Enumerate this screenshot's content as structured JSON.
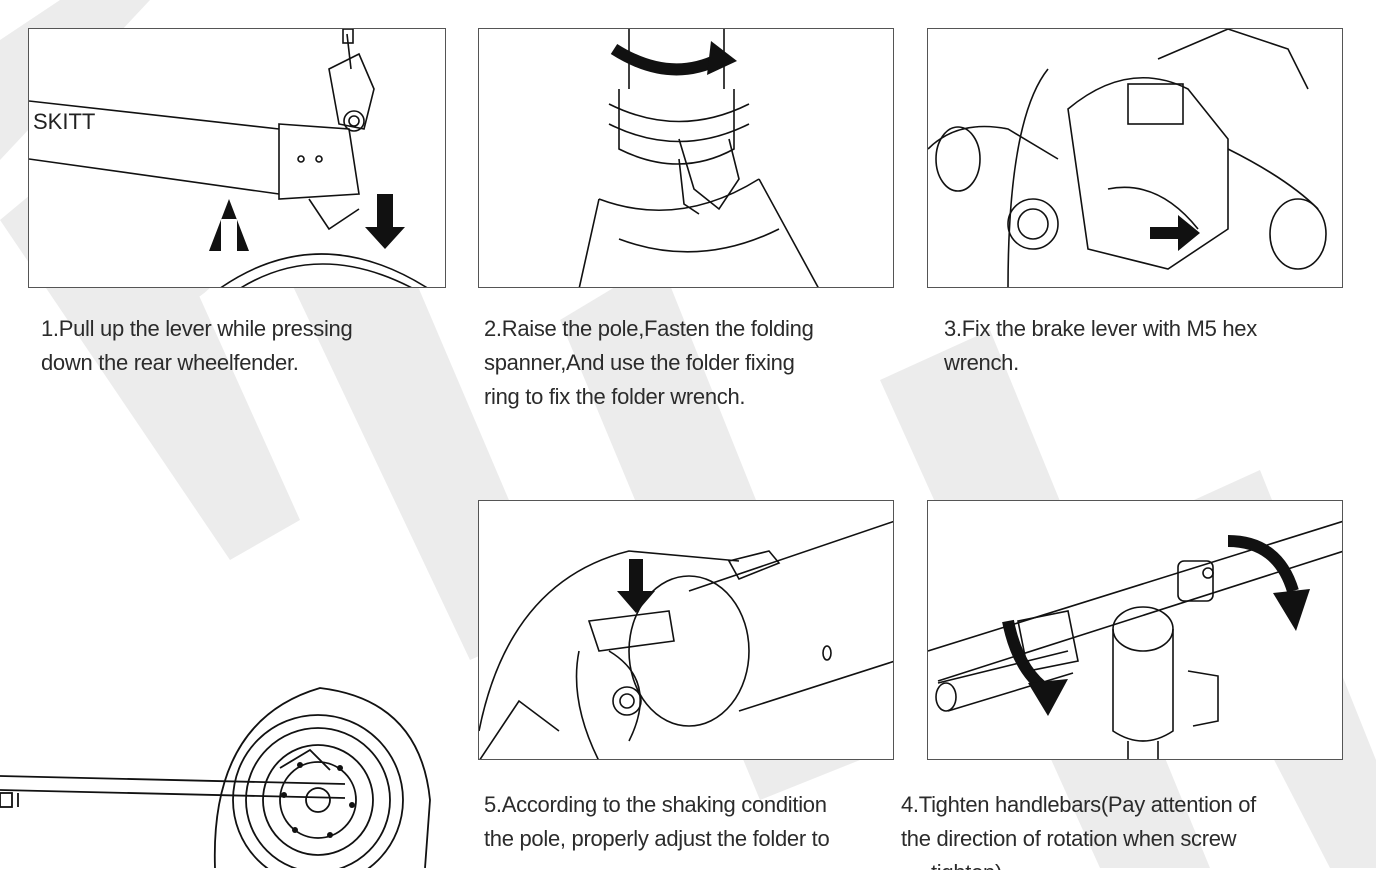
{
  "steps": {
    "step1": {
      "lines": [
        "1.Pull up the lever while pressing",
        "down the rear wheelfender."
      ],
      "figure_lettering": "SKITT"
    },
    "step2": {
      "lines": [
        "2.Raise the pole,Fasten the folding",
        "spanner,And use the folder fixing",
        "ring to fix the folder wrench."
      ]
    },
    "step3": {
      "lines": [
        "3.Fix the brake lever with M5 hex",
        "wrench."
      ]
    },
    "step5": {
      "lines": [
        "5.According to the shaking condition",
        "the pole, properly adjust the folder to"
      ]
    },
    "step4": {
      "lines": [
        "4.Tighten handlebars(Pay attention  of",
        "the direction of rotation when  screw",
        "tighten)"
      ]
    }
  },
  "watermark": {
    "color": "#e9e9e9"
  },
  "icons": [
    "arrow-up-icon",
    "arrow-down-icon",
    "rotate-arrow-icon",
    "arrow-right-icon",
    "rotate-arrow-icon"
  ]
}
